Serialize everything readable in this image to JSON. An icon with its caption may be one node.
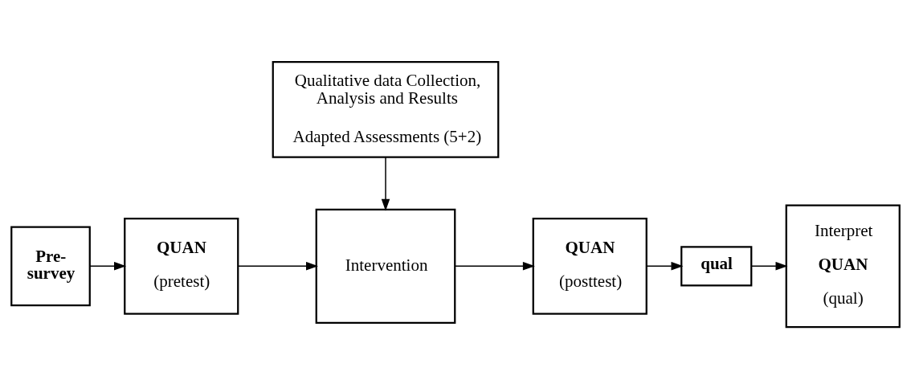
{
  "diagram": {
    "nodes": [
      {
        "text": [
          "Pre- survey"
        ]
      },
      {
        "text": [
          "QUAN",
          "(pretest)"
        ]
      },
      {
        "text": [
          "Intervention"
        ]
      },
      {
        "text": [
          "QUAN",
          "(posttest)"
        ]
      },
      {
        "text": [
          "qual"
        ]
      },
      {
        "text": [
          "Interpret",
          "QUAN",
          "(qual)"
        ]
      },
      {
        "text": [
          "Qualitative data Collection, Analysis and Results",
          "Adapted Assessments (5+2)"
        ]
      }
    ],
    "edges": [
      {
        "from": 0,
        "to": 1,
        "arrow": "to"
      },
      {
        "from": 1,
        "to": 2,
        "arrow": "to"
      },
      {
        "from": 2,
        "to": 3,
        "arrow": "to"
      },
      {
        "from": 3,
        "to": 4,
        "arrow": "to"
      },
      {
        "from": 4,
        "to": 5,
        "arrow": "to"
      },
      {
        "from": 6,
        "to": 2,
        "arrow": "to"
      }
    ]
  }
}
